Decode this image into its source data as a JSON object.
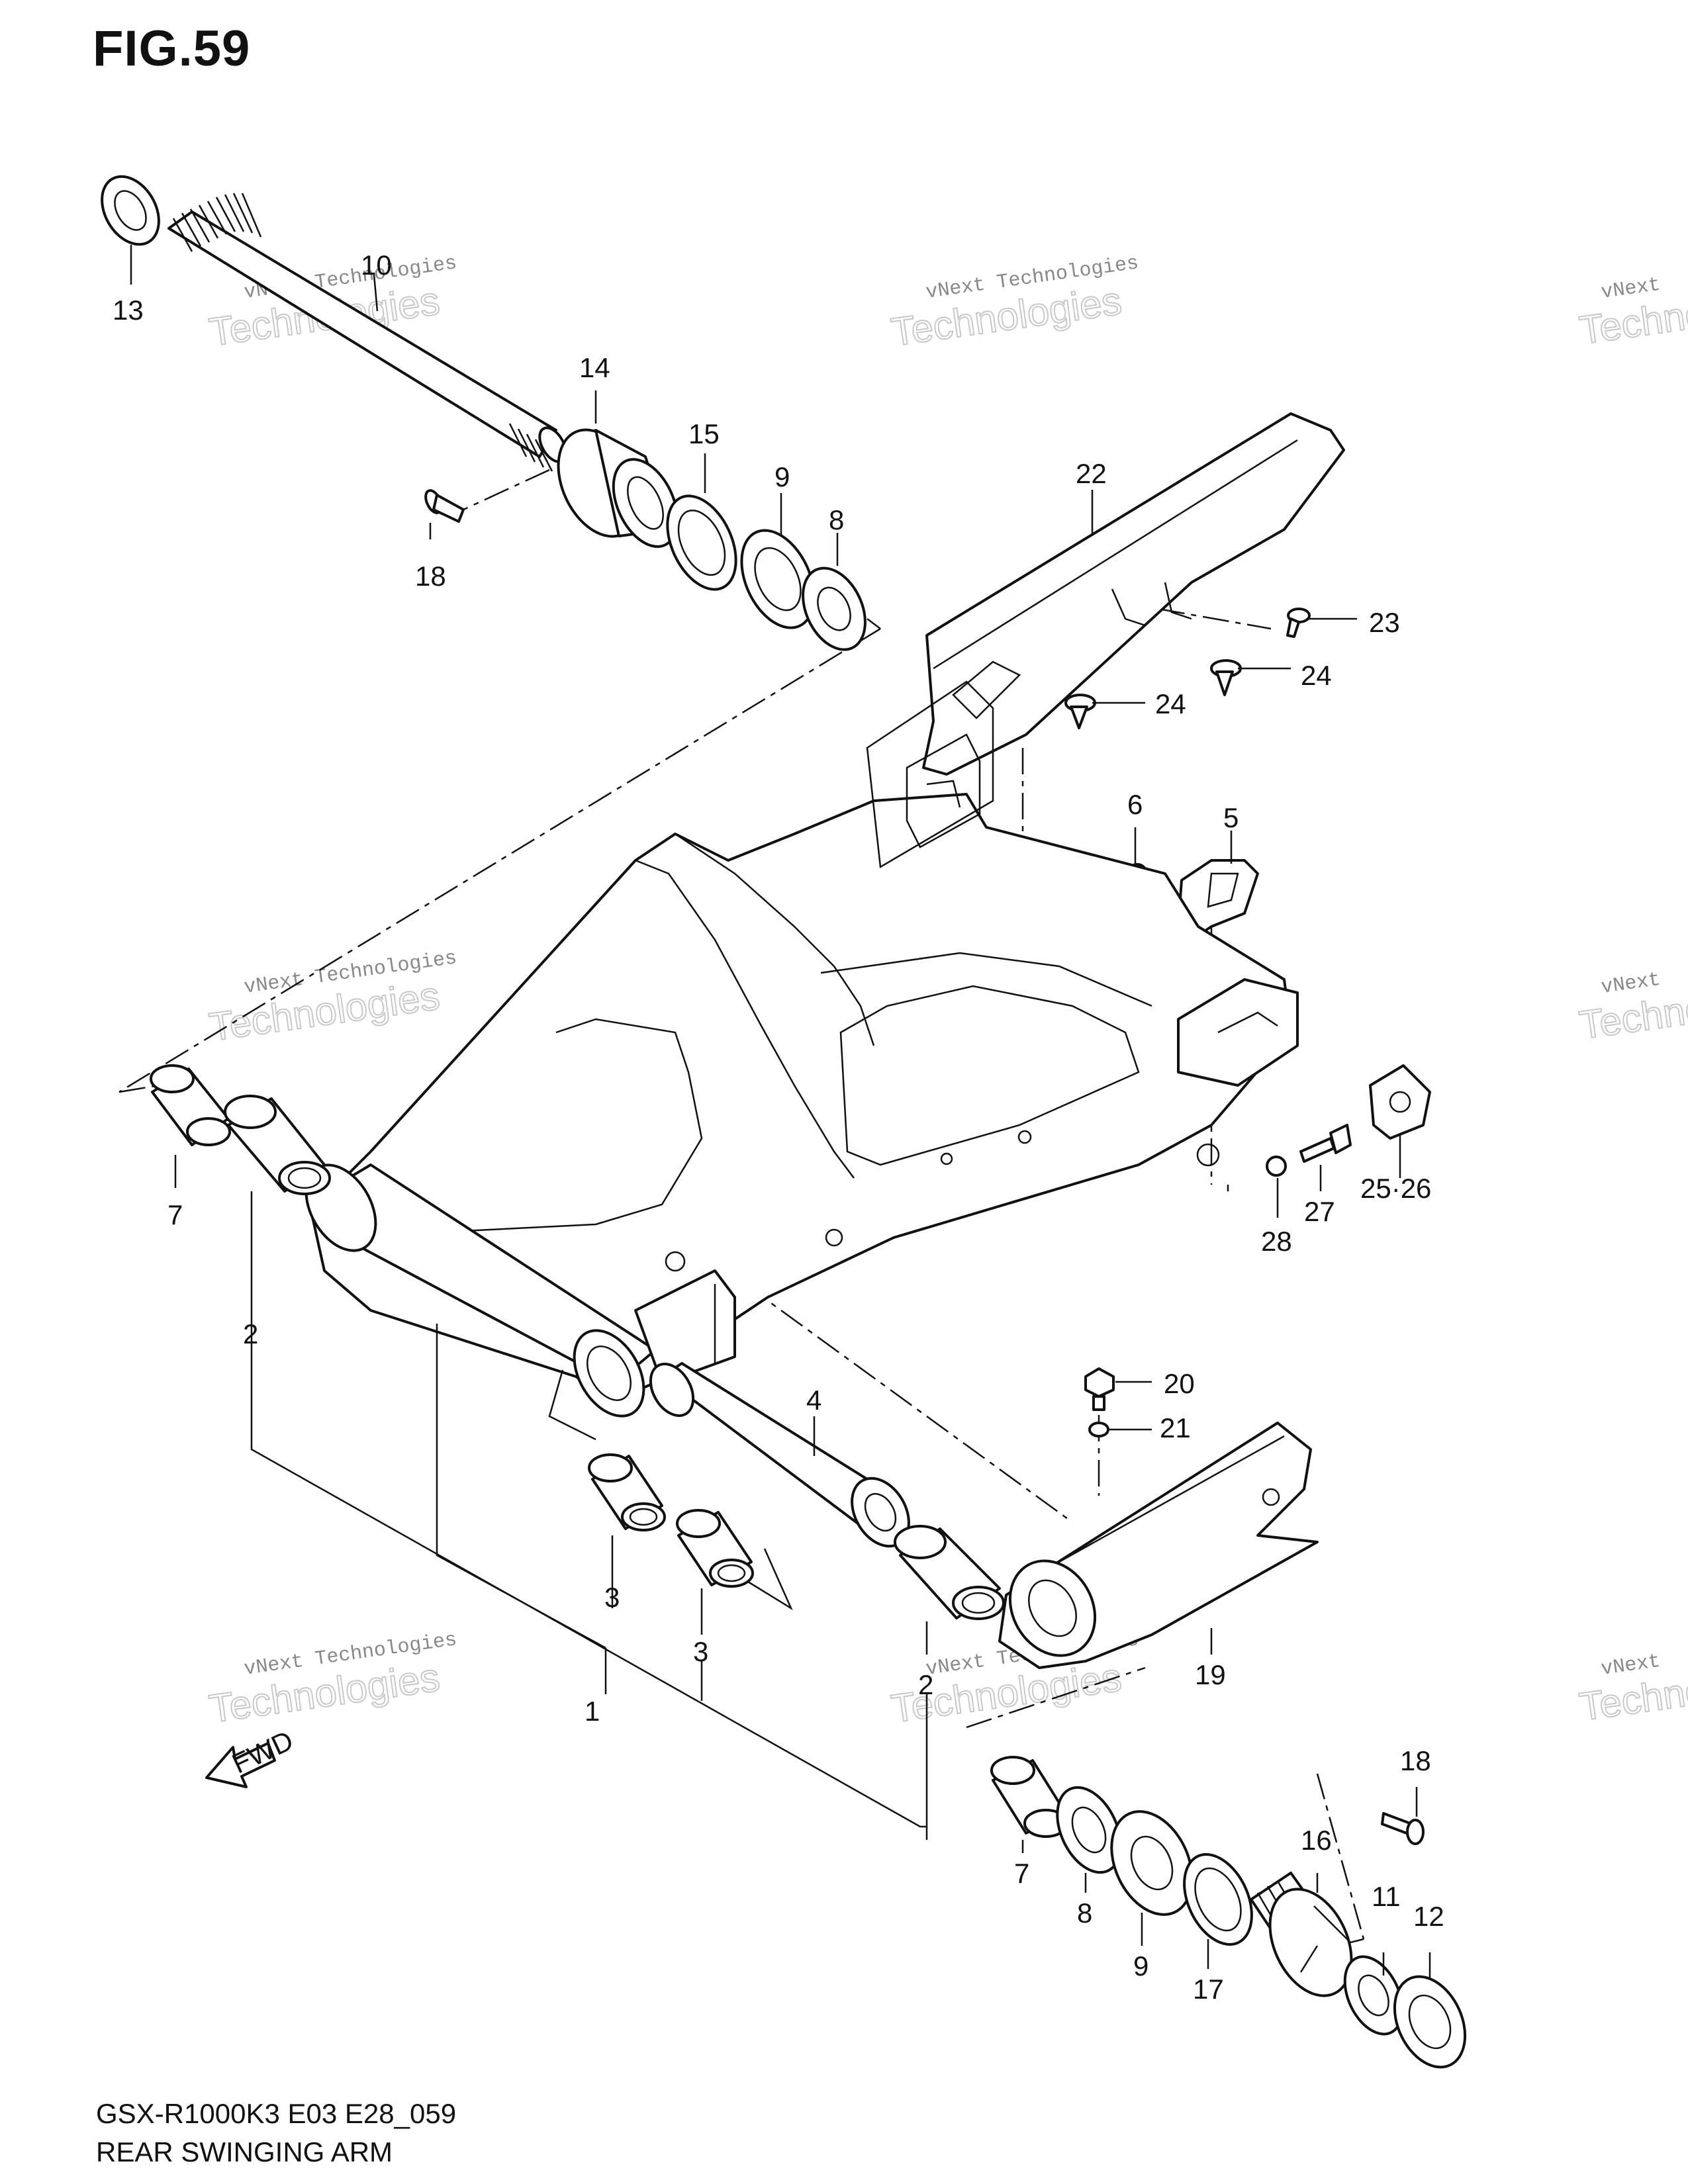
{
  "figure": {
    "title": "FIG.59"
  },
  "footer": {
    "model_code": "GSX-R1000K3 E03 E28_059",
    "diagram_name": "REAR SWINGING ARM"
  },
  "watermark": {
    "line1": "vNext Technologies",
    "line2": "Technologies",
    "line3": "vNext"
  },
  "fwd_arrow": {
    "label": "FWD"
  },
  "callouts": [
    {
      "id": "c13",
      "text": "13"
    },
    {
      "id": "c10",
      "text": "10"
    },
    {
      "id": "c14",
      "text": "14"
    },
    {
      "id": "c15",
      "text": "15"
    },
    {
      "id": "c9a",
      "text": "9"
    },
    {
      "id": "c8a",
      "text": "8"
    },
    {
      "id": "c18a",
      "text": "18"
    },
    {
      "id": "c22",
      "text": "22"
    },
    {
      "id": "c23",
      "text": "23"
    },
    {
      "id": "c24a",
      "text": "24"
    },
    {
      "id": "c24b",
      "text": "24"
    },
    {
      "id": "c6",
      "text": "6"
    },
    {
      "id": "c5",
      "text": "5"
    },
    {
      "id": "c7a",
      "text": "7"
    },
    {
      "id": "c2a",
      "text": "2"
    },
    {
      "id": "c25",
      "text": "25·26"
    },
    {
      "id": "c27",
      "text": "27"
    },
    {
      "id": "c28",
      "text": "28"
    },
    {
      "id": "c20",
      "text": "20"
    },
    {
      "id": "c21",
      "text": "21"
    },
    {
      "id": "c4",
      "text": "4"
    },
    {
      "id": "c3a",
      "text": "3"
    },
    {
      "id": "c3b",
      "text": "3"
    },
    {
      "id": "c1",
      "text": "1"
    },
    {
      "id": "c2b",
      "text": "2"
    },
    {
      "id": "c19",
      "text": "19"
    },
    {
      "id": "c18b",
      "text": "18"
    },
    {
      "id": "c16",
      "text": "16"
    },
    {
      "id": "c11",
      "text": "11"
    },
    {
      "id": "c12",
      "text": "12"
    },
    {
      "id": "c7b",
      "text": "7"
    },
    {
      "id": "c8b",
      "text": "8"
    },
    {
      "id": "c9b",
      "text": "9"
    },
    {
      "id": "c17",
      "text": "17"
    }
  ]
}
